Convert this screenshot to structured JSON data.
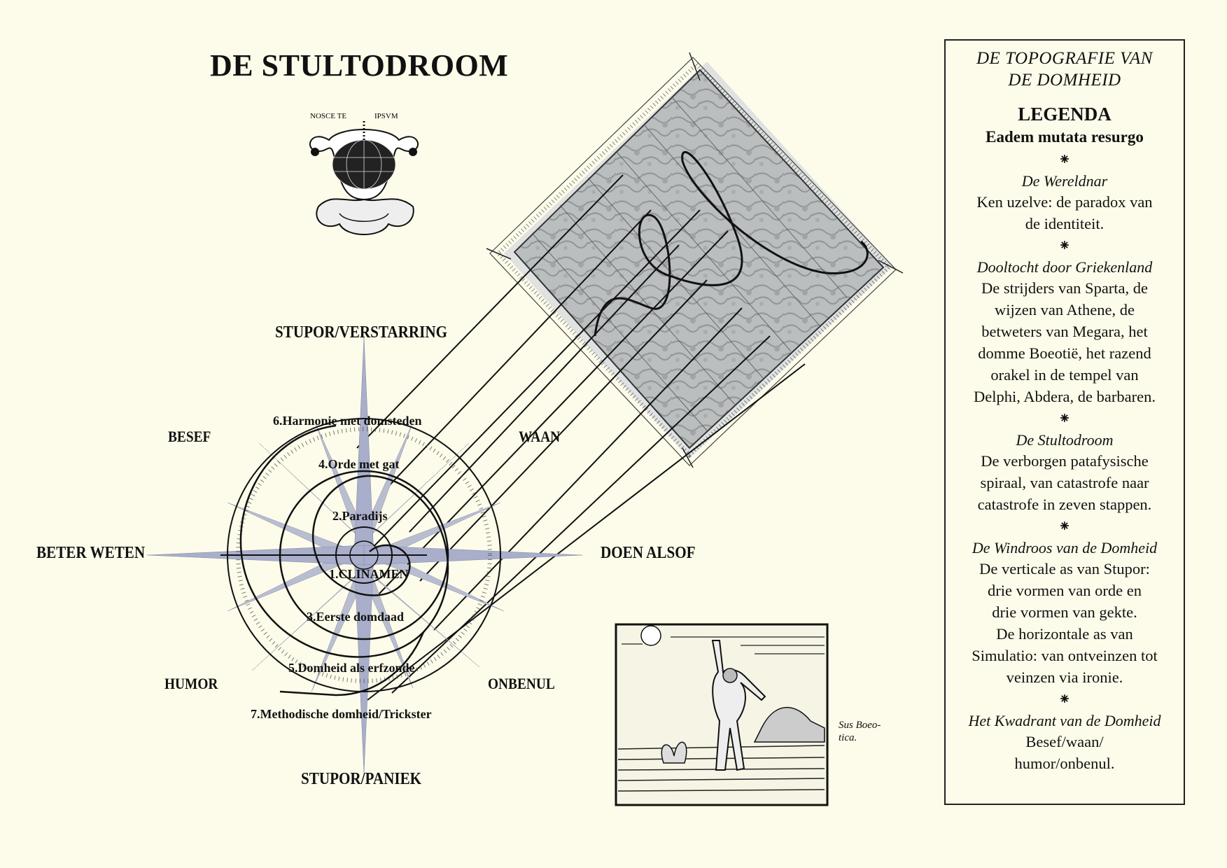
{
  "title": "DE STULTODROOM",
  "jester_motto": [
    "NOSCE TE",
    "IPSVM"
  ],
  "compass": {
    "north": "STUPOR/VERSTARRING",
    "south": "STUPOR/PANIEK",
    "west": "BETER WETEN",
    "east": "DOEN ALSOF",
    "northwest": "BESEF",
    "northeast": "WAAN",
    "southwest": "HUMOR",
    "southeast": "ONBENUL"
  },
  "spiral_labels": [
    "6.Harmonie met domsteden",
    "4.Orde met gat",
    "2.Paradijs",
    "1.CLINAMEN",
    "3.Eerste domdaad",
    "5.Domheid als erfzonde",
    "7.Methodische domheid/Trickster"
  ],
  "woodcut_caption": [
    "Sus Boeo-",
    "tica."
  ],
  "legend": {
    "heading": [
      "DE TOPOGRAFIE VAN",
      "DE DOMHEID"
    ],
    "title": "LEGENDA",
    "motto": "Eadem mutata resurgo",
    "separator": "⁕",
    "sections": [
      {
        "title": "De Wereldnar",
        "body": [
          "Ken uzelve: de paradox van",
          "de identiteit."
        ]
      },
      {
        "title": "Dooltocht door Griekenland",
        "body": [
          "De strijders van Sparta, de",
          "wijzen van Athene, de",
          "betweters van Megara, het",
          "domme Boeotië, het razend",
          "orakel in de tempel van",
          "Delphi, Abdera, de barbaren."
        ]
      },
      {
        "title": "De Stultodroom",
        "body": [
          "De verborgen patafysische",
          "spiraal, van catastrofe naar",
          "catastrofe in zeven stappen."
        ]
      },
      {
        "title": "De Windroos van de Domheid",
        "body": [
          "De verticale as van Stupor:",
          "drie vormen van orde en",
          "drie vormen van gekte.",
          "De horizontale as van",
          "Simulatio: van ontveinzen tot",
          "veinzen via ironie."
        ]
      },
      {
        "title": "Het Kwadrant van de Domheid",
        "body": [
          "Besef/waan/",
          "humor/onbenul."
        ]
      }
    ]
  }
}
